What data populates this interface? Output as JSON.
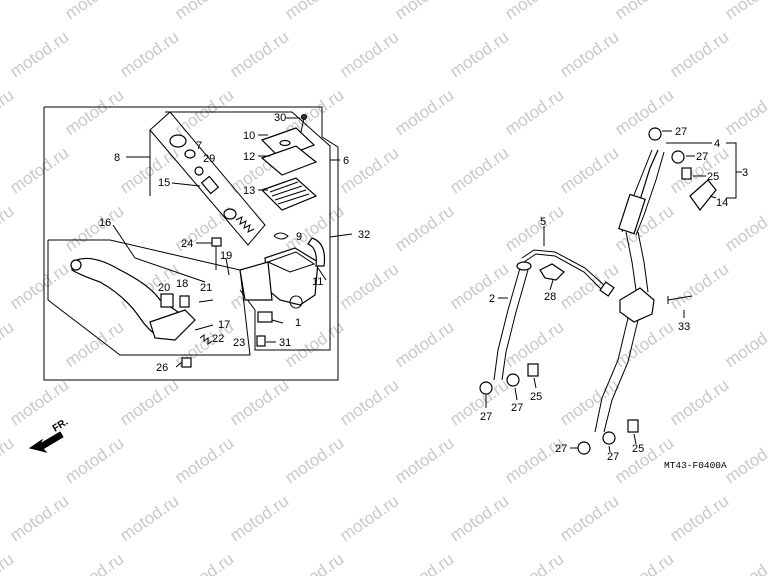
{
  "diagram": {
    "code": "MT43-F0400A",
    "direction_label": "FR.",
    "watermark": "motod.ru",
    "labels": {
      "p30": "30",
      "p10": "10",
      "p12": "12",
      "p13": "13",
      "p9": "9",
      "p7": "7",
      "p29": "29",
      "p8": "8",
      "p15": "15",
      "p6": "6",
      "p16": "16",
      "p24": "24",
      "p19": "19",
      "p18": "18",
      "p20": "20",
      "p21": "21",
      "p17": "17",
      "p22": "22",
      "p23": "23",
      "p11": "11",
      "p32": "32",
      "p1": "1",
      "p31": "31",
      "p26": "26",
      "p27a": "27",
      "p4": "4",
      "p27b": "27",
      "p3": "3",
      "p25a": "25",
      "p14": "14",
      "p5": "5",
      "p28": "28",
      "p2": "2",
      "p33": "33",
      "p27c": "27",
      "p27d": "27",
      "p25b": "25",
      "p27e": "27",
      "p27f": "27",
      "p25c": "25"
    }
  }
}
